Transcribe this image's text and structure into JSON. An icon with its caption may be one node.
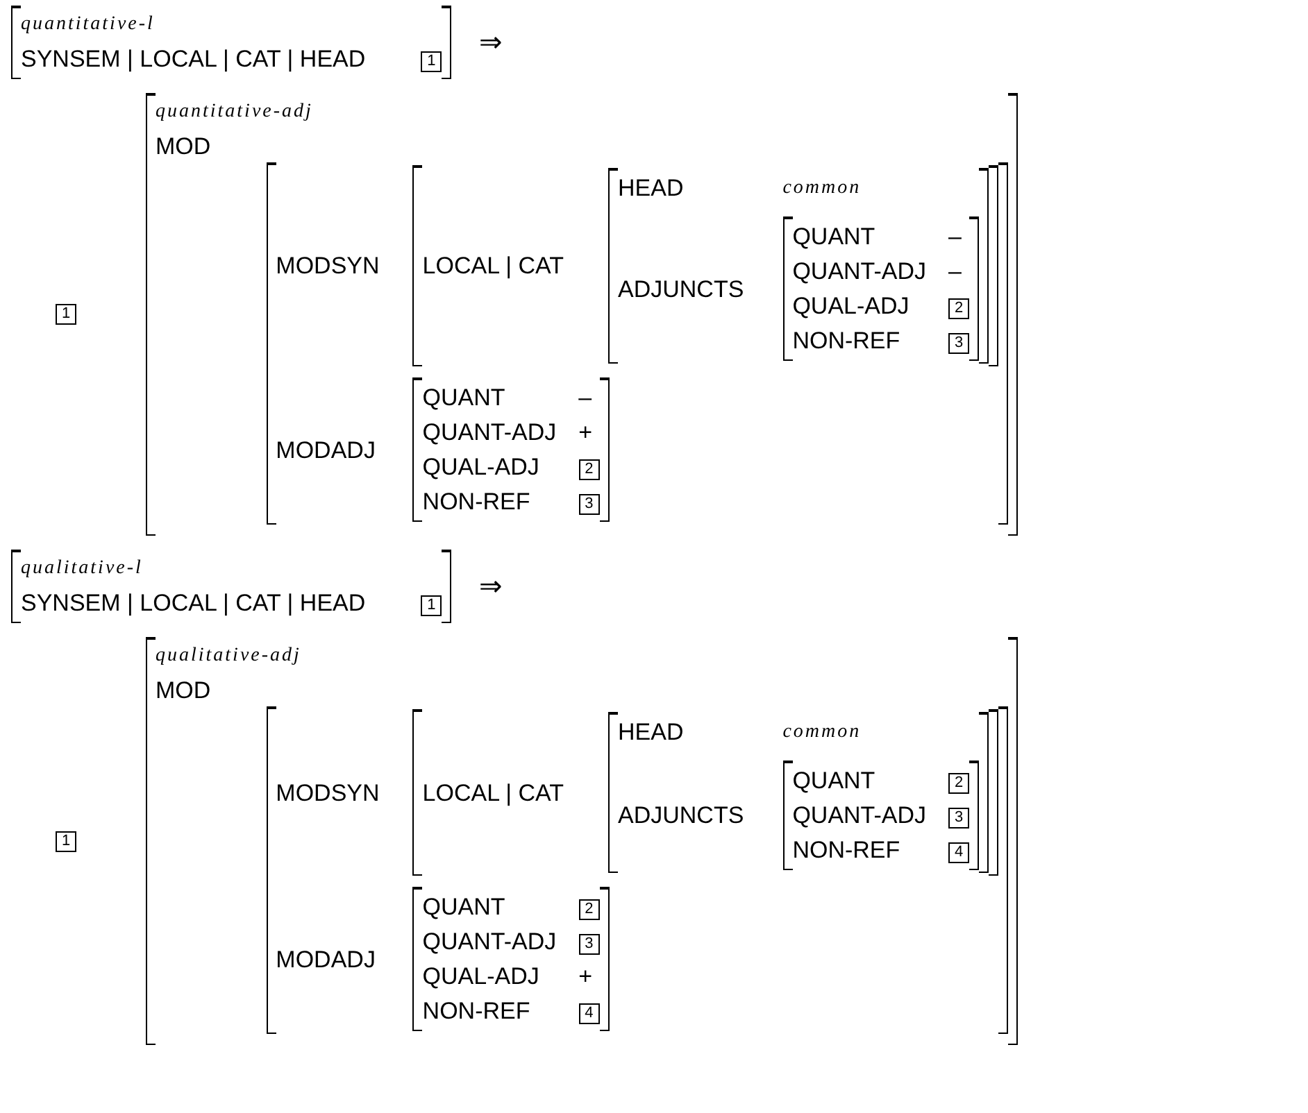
{
  "diagram": {
    "nodes": [
      {
        "text": [
          "quantitative-l",
          "SYNSEM | LOCAL | CAT | HEAD"
        ]
      },
      {
        "text": [
          "1"
        ],
        "in": 0
      },
      {
        "text": [
          "1"
        ]
      },
      {
        "text": [
          "quantitative-adj",
          "MOD"
        ]
      },
      {
        "text": [
          "MODSYN",
          "MODADJ"
        ],
        "in": 3
      },
      {
        "text": [
          "LOCAL | CAT"
        ],
        "in": 4
      },
      {
        "text": [
          "HEAD",
          "common",
          "ADJUNCTS"
        ],
        "in": 5
      },
      {
        "text": [
          "QUANT",
          "–",
          "QUANT-ADJ",
          "–",
          "QUAL-ADJ",
          "NON-REF"
        ],
        "in": 6
      },
      {
        "text": [
          "2"
        ],
        "in": 7
      },
      {
        "text": [
          "3"
        ],
        "in": 7
      },
      {
        "text": [
          "QUANT",
          "–",
          "QUANT-ADJ",
          "+",
          "QUAL-ADJ",
          "NON-REF"
        ],
        "in": 4
      },
      {
        "text": [
          "2"
        ],
        "in": 10
      },
      {
        "text": [
          "3"
        ],
        "in": 10
      },
      {
        "text": [
          "qualitative-l",
          "SYNSEM | LOCAL | CAT | HEAD"
        ]
      },
      {
        "text": [
          "1"
        ],
        "in": 13
      },
      {
        "text": [
          "1"
        ]
      },
      {
        "text": [
          "qualitative-adj",
          "MOD"
        ]
      },
      {
        "text": [
          "MODSYN",
          "MODADJ"
        ],
        "in": 16
      },
      {
        "text": [
          "LOCAL | CAT"
        ],
        "in": 17
      },
      {
        "text": [
          "HEAD",
          "common",
          "ADJUNCTS"
        ],
        "in": 18
      },
      {
        "text": [
          "QUANT",
          "QUANT-ADJ",
          "NON-REF"
        ],
        "in": 19
      },
      {
        "text": [
          "2"
        ],
        "in": 20
      },
      {
        "text": [
          "3"
        ],
        "in": 20
      },
      {
        "text": [
          "4"
        ],
        "in": 20
      },
      {
        "text": [
          "QUANT",
          "QUANT-ADJ",
          "QUAL-ADJ",
          "+",
          "NON-REF"
        ],
        "in": 17
      },
      {
        "text": [
          "2"
        ],
        "in": 24
      },
      {
        "text": [
          "3"
        ],
        "in": 24
      },
      {
        "text": [
          "4"
        ],
        "in": 24
      }
    ],
    "labels": [
      "⇒",
      "⇒"
    ]
  }
}
